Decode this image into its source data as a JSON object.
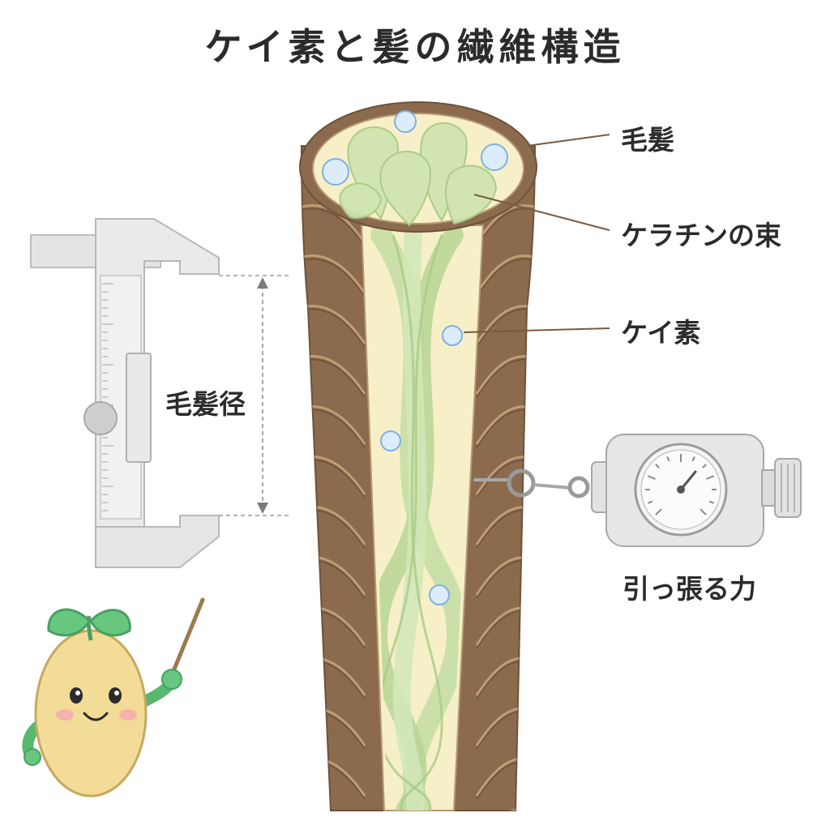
{
  "title": "ケイ素と髪の繊維構造",
  "labels": {
    "hair": "毛髪",
    "keratin_bundle": "ケラチンの束",
    "silicon": "ケイ素",
    "pull_force": "引っ張る力",
    "hair_diameter": "毛髪径"
  },
  "colors": {
    "cuticle": "#8c6a4d",
    "cortex_fill": "#f7efc8",
    "keratin": "#cfe4b0",
    "silicon_dot": "#dcecfb",
    "mascot_body": "#f3dc97",
    "mascot_leaf": "#67c77f",
    "instrument": "#e2e2e2"
  },
  "icons": [
    "caliper-icon",
    "force-gauge-icon",
    "mascot-seed-character"
  ]
}
